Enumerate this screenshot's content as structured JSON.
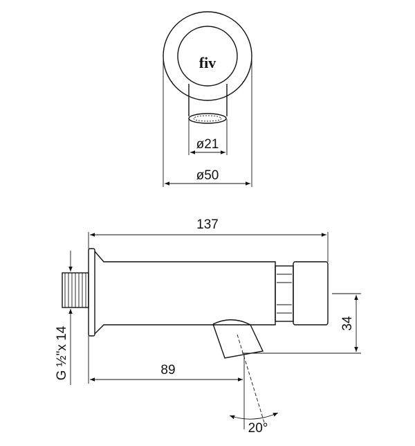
{
  "logo": {
    "text": "fiv"
  },
  "dimensions": {
    "outlet_diameter": "ø21",
    "rosette_diameter": "ø50",
    "overall_length": "137",
    "outlet_height": "34",
    "outlet_distance": "89",
    "thread": "G ½\"x 14",
    "angle": "20°"
  }
}
